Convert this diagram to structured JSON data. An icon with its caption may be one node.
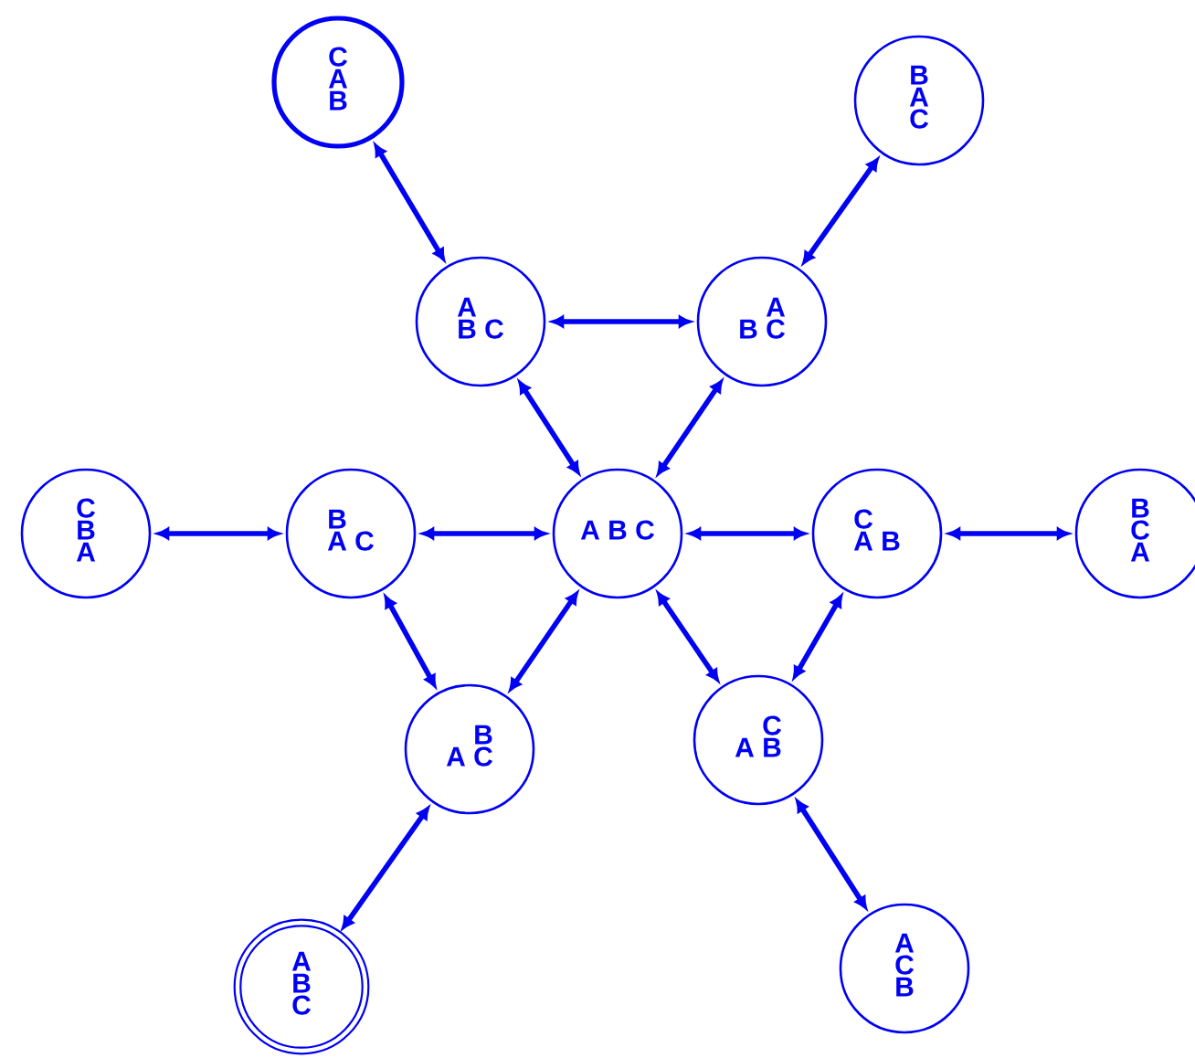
{
  "diagram": {
    "nodes": [
      {
        "text": [
          "C",
          "A",
          "B"
        ]
      },
      {
        "text": [
          "B",
          "A",
          "C"
        ]
      },
      {
        "text": [
          "A",
          "B C"
        ]
      },
      {
        "text": [
          "A",
          "B C"
        ]
      },
      {
        "text": [
          "C",
          "B",
          "A"
        ]
      },
      {
        "text": [
          "B",
          "A C"
        ]
      },
      {
        "text": [
          "A B C"
        ]
      },
      {
        "text": [
          "C",
          "A B"
        ]
      },
      {
        "text": [
          "B",
          "C",
          "A"
        ]
      },
      {
        "text": [
          "B",
          "A C"
        ]
      },
      {
        "text": [
          "C",
          "A B"
        ]
      },
      {
        "text": [
          "A",
          "B",
          "C"
        ]
      },
      {
        "text": [
          "A",
          "C",
          "B"
        ]
      }
    ],
    "edges": [
      {
        "from": 0,
        "to": 2,
        "arrow": "both"
      },
      {
        "from": 1,
        "to": 3,
        "arrow": "both"
      },
      {
        "from": 2,
        "to": 3,
        "arrow": "both"
      },
      {
        "from": 2,
        "to": 6,
        "arrow": "both"
      },
      {
        "from": 3,
        "to": 6,
        "arrow": "both"
      },
      {
        "from": 4,
        "to": 5,
        "arrow": "both"
      },
      {
        "from": 5,
        "to": 6,
        "arrow": "both"
      },
      {
        "from": 6,
        "to": 7,
        "arrow": "both"
      },
      {
        "from": 7,
        "to": 8,
        "arrow": "both"
      },
      {
        "from": 5,
        "to": 9,
        "arrow": "both"
      },
      {
        "from": 6,
        "to": 9,
        "arrow": "both"
      },
      {
        "from": 6,
        "to": 10,
        "arrow": "both"
      },
      {
        "from": 7,
        "to": 10,
        "arrow": "both"
      },
      {
        "from": 9,
        "to": 11,
        "arrow": "both"
      },
      {
        "from": 10,
        "to": 12,
        "arrow": "both"
      }
    ]
  }
}
